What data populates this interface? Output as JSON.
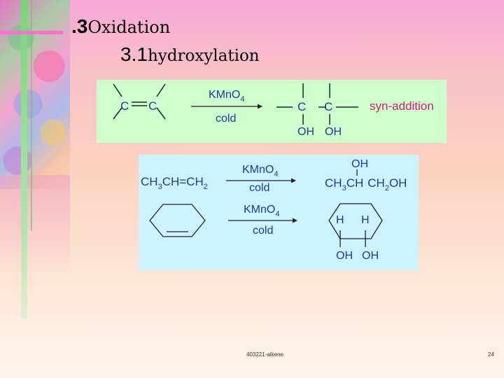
{
  "heading": {
    "number": ".3",
    "text": "Oxidation"
  },
  "subheading": {
    "number": "3.1",
    "text": "hydroxylation"
  },
  "reaction1": {
    "reactant_c1": "C",
    "reactant_c2": "C",
    "reagent": "KMnO",
    "reagent_sub": "4",
    "condition": "cold",
    "product_c1": "C",
    "product_c2": "C",
    "oh1": "OH",
    "oh2": "OH",
    "note": "syn-addition"
  },
  "reaction2": {
    "reactant_a": "CH",
    "reactant_a_sub": "3",
    "reactant_b": "CH=CH",
    "reactant_b_sub": "2",
    "reagent": "KMnO",
    "reagent_sub": "4",
    "condition": "cold",
    "product_top_oh": "OH",
    "product_a": "CH",
    "product_a_sub": "3",
    "product_b": "CH",
    "product_c": "CH",
    "product_c_sub": "2",
    "product_d": "OH"
  },
  "reaction3": {
    "reagent": "KMnO",
    "reagent_sub": "4",
    "condition": "cold",
    "h1": "H",
    "h2": "H",
    "oh1": "OH",
    "oh2": "OH"
  },
  "footer": {
    "left": "403221-alkene",
    "page": "24"
  },
  "colors": {
    "text_blue": "#1f3a93",
    "panel_green": "#ccffcc",
    "panel_blue": "#ccf2ff",
    "accent_pink": "#ff6fd0"
  }
}
